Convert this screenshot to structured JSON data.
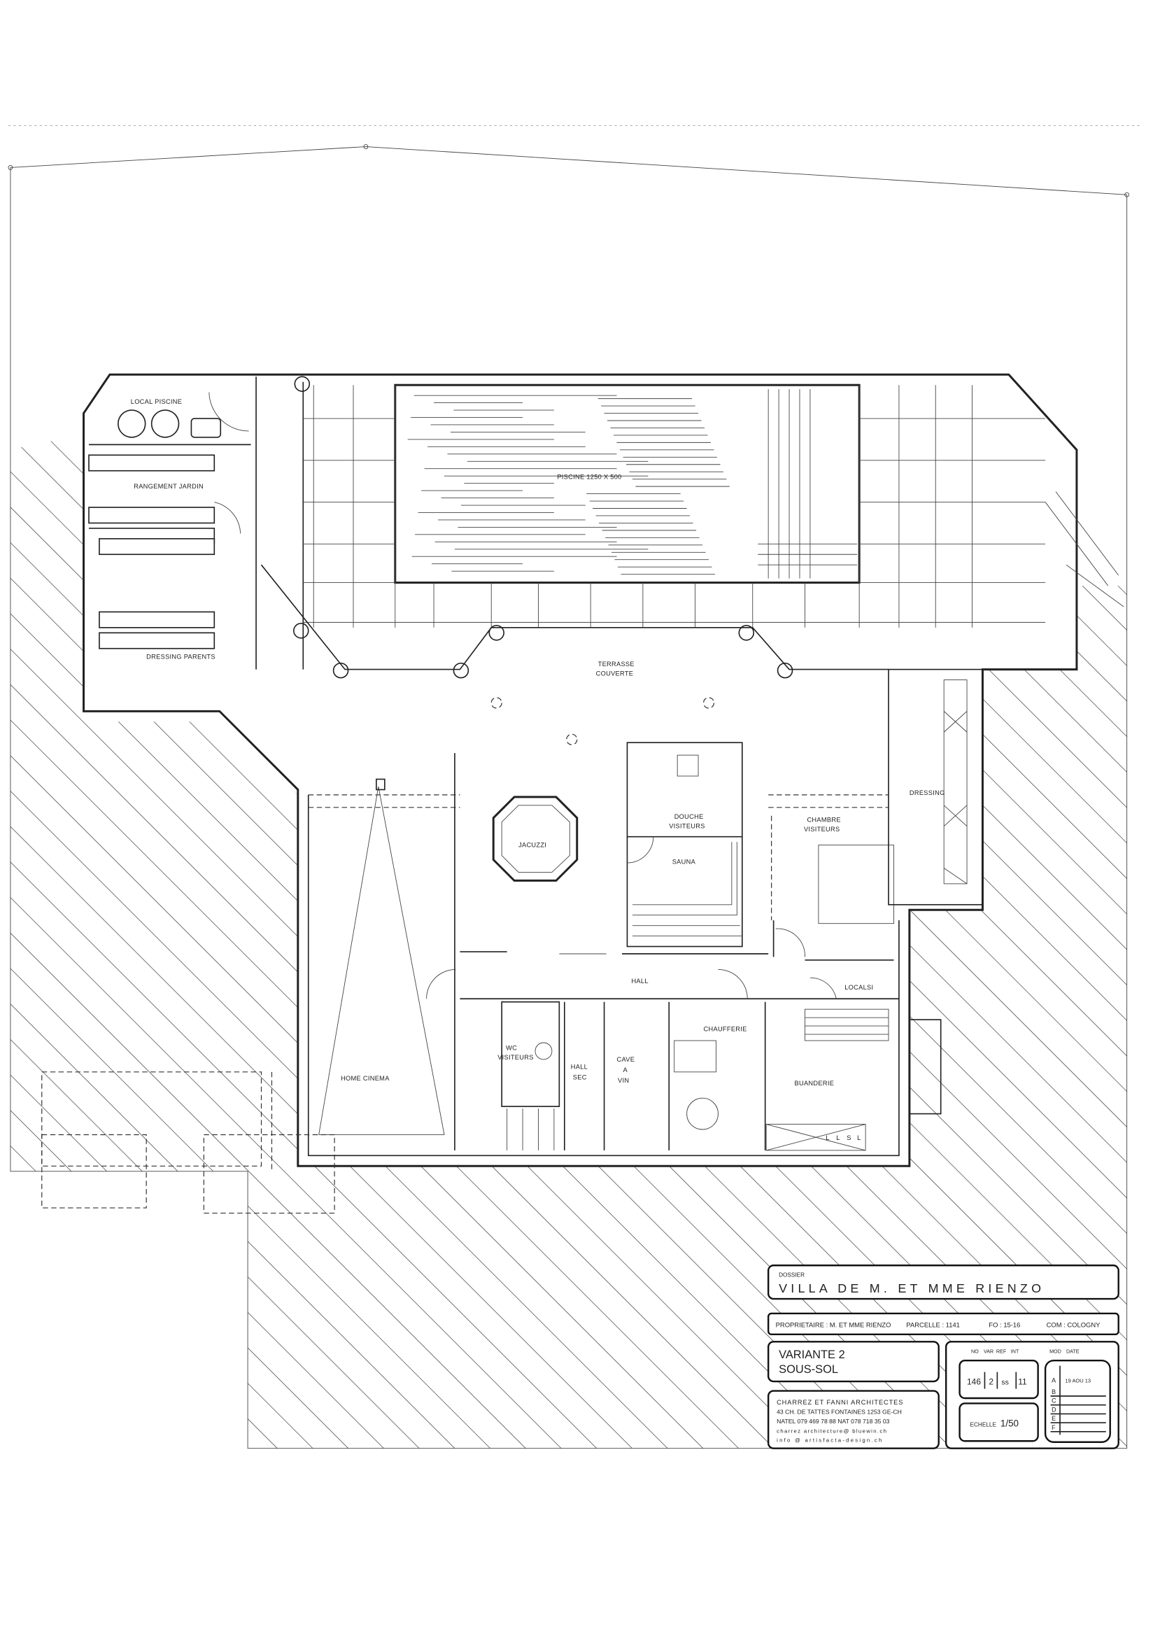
{
  "plan": {
    "rooms": {
      "local_piscine": "LOCAL PISCINE",
      "rangement_jardin": "RANGEMENT JARDIN",
      "dressing_parents": "DRESSING PARENTS",
      "piscine": "PISCINE  1250 X 500",
      "terrasse_1": "TERRASSE",
      "terrasse_2": "COUVERTE",
      "jacuzzi": "JACUZZI",
      "douche_1": "DOUCHE",
      "douche_2": "VISITEURS",
      "sauna": "SAUNA",
      "chambre_1": "CHAMBRE",
      "chambre_2": "VISITEURS",
      "dressing": "DRESSING",
      "hall": "HALL",
      "local_si": "LOCALSI",
      "wc_1": "WC",
      "wc_2": "VISITEURS",
      "hall_sec_1": "HALL",
      "hall_sec_2": "SEC",
      "cave_1": "CAVE",
      "cave_2": "A",
      "cave_3": "VIN",
      "chaufferie": "CHAUFFERIE",
      "buanderie": "BUANDERIE",
      "home_cinema": "HOME CINEMA",
      "appliances": [
        "L",
        "L",
        "S",
        "L"
      ]
    }
  },
  "title_block": {
    "dossier_label": "DOSSIER",
    "dossier_title": "VILLA  DE M. ET  MME  RIENZO",
    "proprietaire": "PROPRIETAIRE : M. ET MME RIENZO",
    "parcelle": "PARCELLE : 1141",
    "fo": "FO : 15-16",
    "commune": "COM : COLOGNY",
    "variante": "VARIANTE 2",
    "niveau": "SOUS-SOL",
    "architect": {
      "name": "CHARREZ ET FANNI ARCHITECTES",
      "address": "43 CH.  DE TATTES  FONTAINES 1253 GE-CH",
      "phones": "NATEL  079 469 78 88  NAT  078 718 35 03",
      "email1": "charrez architecture@ bluewin.ch",
      "email2": "info @ artisfacta-design.ch"
    },
    "ref_headers": [
      "NO",
      "VAR",
      "REF",
      "INT"
    ],
    "ref_values": [
      "146",
      "2",
      "ss",
      "11"
    ],
    "mod_header": "MOD",
    "date_header": "DATE",
    "echelle_label": "ECHELLE",
    "echelle_value": "1/50",
    "modifications": [
      {
        "letter": "A",
        "date": "19 AOU 13"
      },
      {
        "letter": "B",
        "date": ""
      },
      {
        "letter": "C",
        "date": ""
      },
      {
        "letter": "D",
        "date": ""
      },
      {
        "letter": "E",
        "date": ""
      },
      {
        "letter": "F",
        "date": ""
      }
    ]
  }
}
